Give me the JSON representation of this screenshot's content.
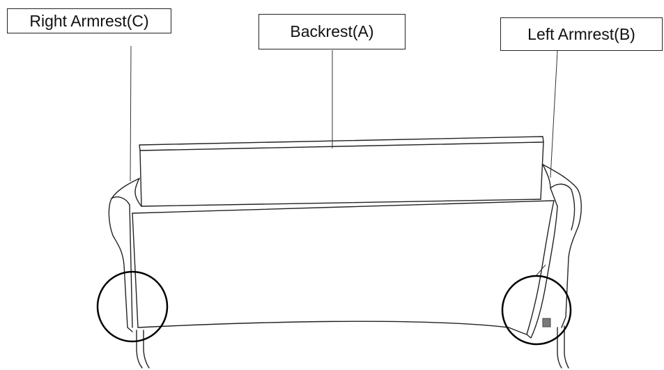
{
  "labels": {
    "right_armrest": "Right Armrest(C)",
    "backrest": "Backrest(A)",
    "left_armrest": "Left Armrest(B)"
  },
  "colors": {
    "line": "#222222",
    "background": "#ffffff",
    "marker": "#7a7a7a"
  }
}
